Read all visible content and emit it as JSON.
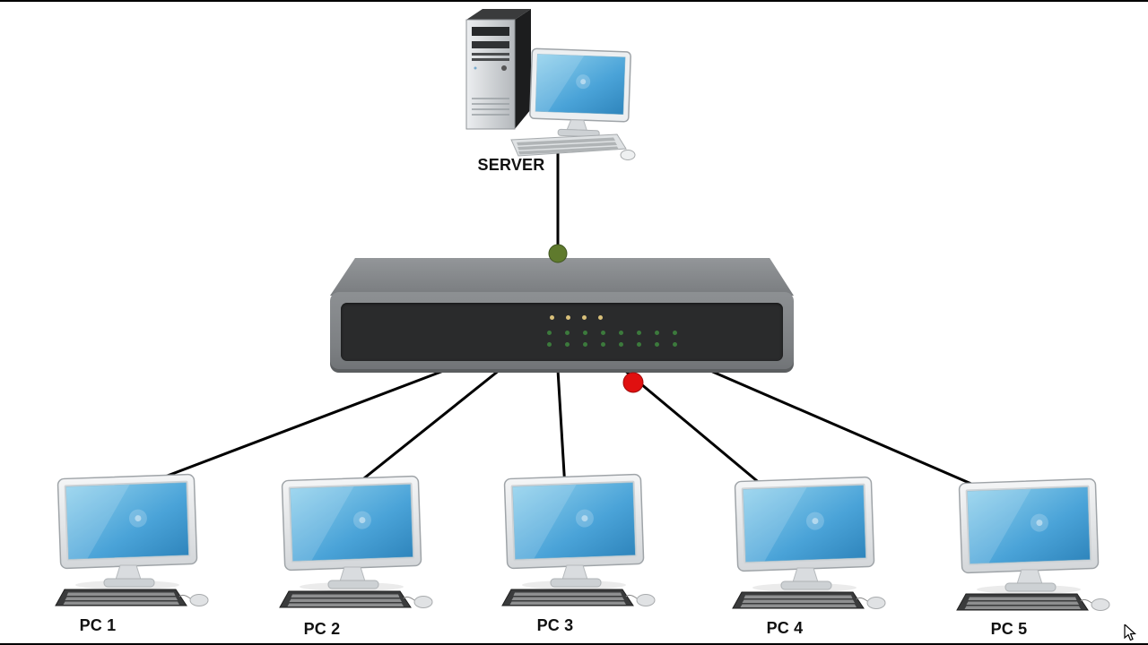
{
  "diagram": {
    "type": "star-network-topology",
    "server": {
      "label": "SERVER"
    },
    "switch": {
      "name": "network-switch",
      "led_amber_count": 4,
      "led_green_rows": 2,
      "led_green_per_row": 8,
      "uplink_dot_color": "#5f7a2d",
      "fault_dot_color": "#e01010",
      "body_color": "#84878a",
      "panel_color": "#2a2b2c"
    },
    "pcs": [
      {
        "label": "PC 1"
      },
      {
        "label": "PC 2"
      },
      {
        "label": "PC 3"
      },
      {
        "label": "PC 4"
      },
      {
        "label": "PC 5"
      }
    ],
    "colors": {
      "link_line": "#000000",
      "screen_blue": "#4aa3d8",
      "led_amber": "#d9c07a",
      "led_green": "#3c7a3c"
    }
  }
}
